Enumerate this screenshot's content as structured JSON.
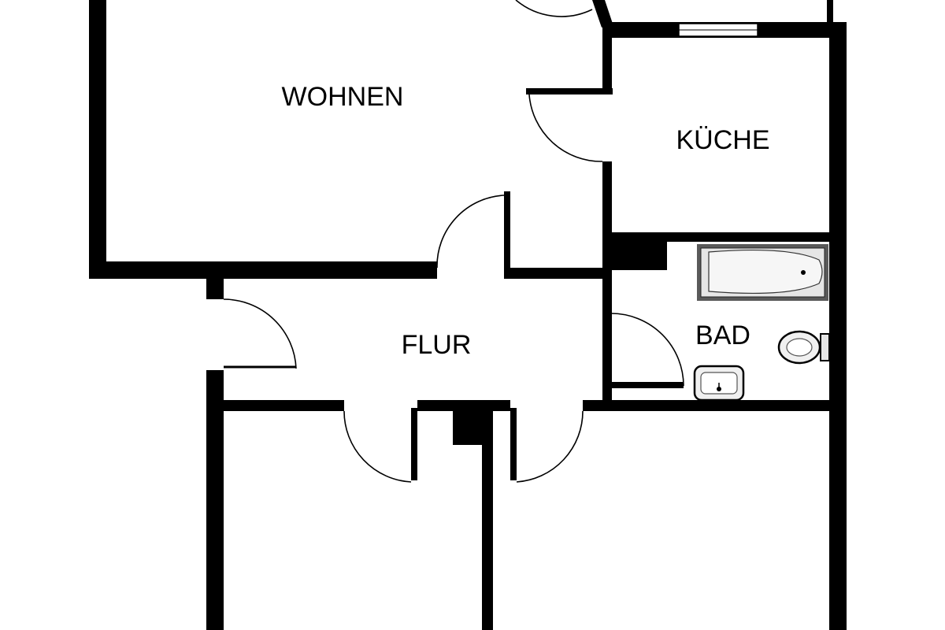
{
  "plan": {
    "rooms": {
      "wohnen": "WOHNEN",
      "kueche": "KÜCHE",
      "bad": "BAD",
      "flur": "FLUR"
    },
    "colors": {
      "wall": "#000000",
      "background": "#ffffff",
      "fixture_fill": "#e6e6e6",
      "window": "#ffffff"
    },
    "icons": [
      "bathtub-icon",
      "toilet-icon",
      "washbasin-icon"
    ]
  }
}
